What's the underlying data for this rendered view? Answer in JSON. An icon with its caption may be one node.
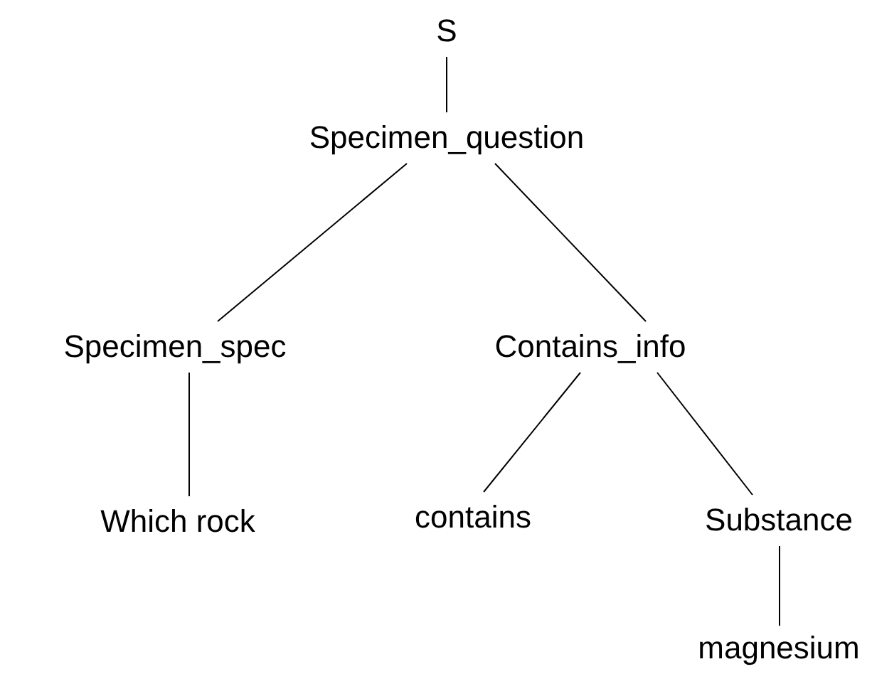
{
  "diagram": {
    "nodes": [
      {
        "text": [
          "S"
        ]
      },
      {
        "text": [
          "Specimen_question"
        ]
      },
      {
        "text": [
          "Specimen_spec"
        ]
      },
      {
        "text": [
          "Contains_info"
        ]
      },
      {
        "text": [
          "Which rock"
        ]
      },
      {
        "text": [
          "contains"
        ]
      },
      {
        "text": [
          "Substance"
        ]
      },
      {
        "text": [
          "magnesium"
        ]
      }
    ],
    "edges": [
      {
        "from": 0,
        "to": 1,
        "arrow": "none"
      },
      {
        "from": 1,
        "to": 2,
        "arrow": "none"
      },
      {
        "from": 1,
        "to": 3,
        "arrow": "none"
      },
      {
        "from": 2,
        "to": 4,
        "arrow": "none"
      },
      {
        "from": 3,
        "to": 5,
        "arrow": "none"
      },
      {
        "from": 3,
        "to": 6,
        "arrow": "none"
      },
      {
        "from": 6,
        "to": 7,
        "arrow": "none"
      }
    ]
  }
}
